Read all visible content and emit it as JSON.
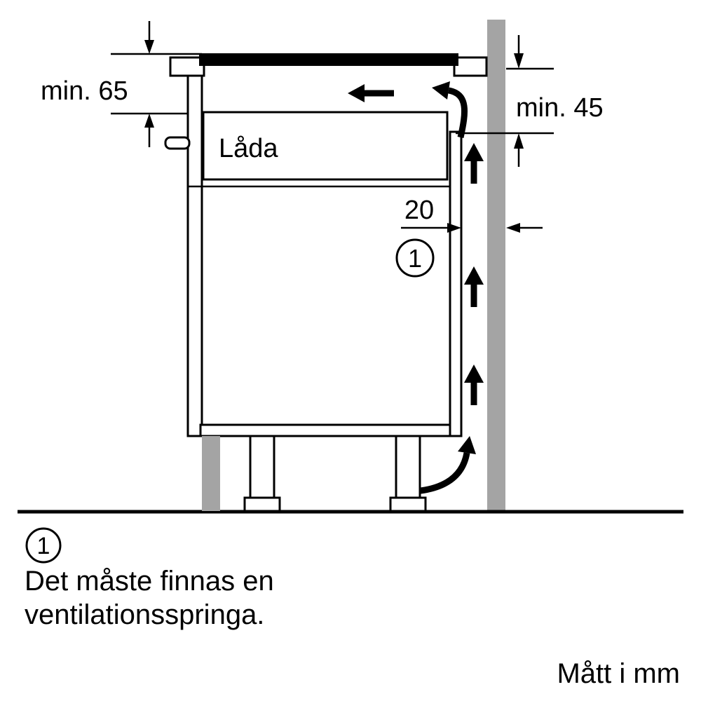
{
  "diagram": {
    "drawer_label": "Låda",
    "dim_left_label": "min. 65",
    "dim_right_label": "min. 45",
    "dim_gap_label": "20",
    "callout_label": "1",
    "colors": {
      "wall": "#a4a4a4",
      "worktop": "#c9c9c9",
      "drawer": "#d8d8d8",
      "plinth": "#a4a4a4"
    }
  },
  "footnote": {
    "marker": "1",
    "text_line1": "Det måste finnas en",
    "text_line2": "ventilationsspringa."
  },
  "units_label": "Mått i mm"
}
